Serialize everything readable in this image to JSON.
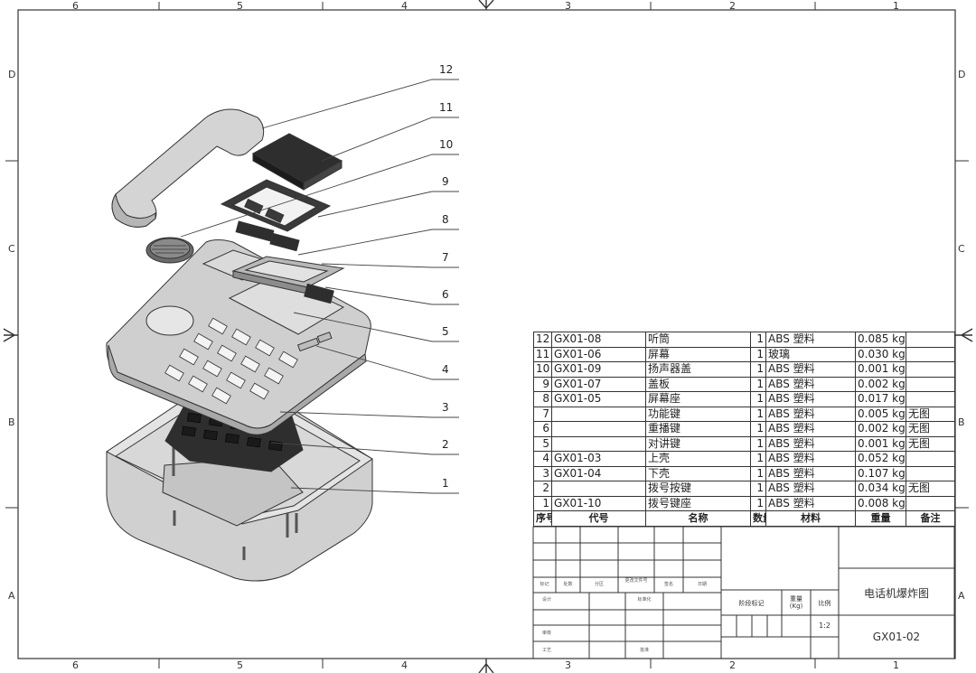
{
  "frame": {
    "top_zone_labels": [
      "6",
      "5",
      "4",
      "3",
      "2",
      "1"
    ],
    "side_zone_labels": [
      "D",
      "C",
      "B",
      "A"
    ]
  },
  "callouts": [
    "12",
    "11",
    "10",
    "9",
    "8",
    "7",
    "6",
    "5",
    "4",
    "3",
    "2",
    "1"
  ],
  "bom": {
    "headers": [
      "序号",
      "代号",
      "名称",
      "数量",
      "材料",
      "重量",
      "备注"
    ],
    "rows": [
      {
        "no": "12",
        "code": "GX01-08",
        "name": "听筒",
        "qty": "1",
        "material": "ABS 塑料",
        "weight": "0.085 kg",
        "note": ""
      },
      {
        "no": "11",
        "code": "GX01-06",
        "name": "屏幕",
        "qty": "1",
        "material": "玻璃",
        "weight": "0.030 kg",
        "note": ""
      },
      {
        "no": "10",
        "code": "GX01-09",
        "name": "扬声器盖",
        "qty": "1",
        "material": "ABS 塑料",
        "weight": "0.001 kg",
        "note": ""
      },
      {
        "no": "9",
        "code": "GX01-07",
        "name": "盖板",
        "qty": "1",
        "material": "ABS 塑料",
        "weight": "0.002 kg",
        "note": ""
      },
      {
        "no": "8",
        "code": "GX01-05",
        "name": "屏幕座",
        "qty": "1",
        "material": "ABS 塑料",
        "weight": "0.017 kg",
        "note": ""
      },
      {
        "no": "7",
        "code": "",
        "name": "功能键",
        "qty": "1",
        "material": "ABS 塑料",
        "weight": "0.005 kg",
        "note": "无图"
      },
      {
        "no": "6",
        "code": "",
        "name": "重播键",
        "qty": "1",
        "material": "ABS 塑料",
        "weight": "0.002 kg",
        "note": "无图"
      },
      {
        "no": "5",
        "code": "",
        "name": "对讲键",
        "qty": "1",
        "material": "ABS 塑料",
        "weight": "0.001 kg",
        "note": "无图"
      },
      {
        "no": "4",
        "code": "GX01-03",
        "name": "上壳",
        "qty": "1",
        "material": "ABS 塑料",
        "weight": "0.052 kg",
        "note": ""
      },
      {
        "no": "3",
        "code": "GX01-04",
        "name": "下壳",
        "qty": "1",
        "material": "ABS 塑料",
        "weight": "0.107 kg",
        "note": ""
      },
      {
        "no": "2",
        "code": "",
        "name": "拨号按键",
        "qty": "1",
        "material": "ABS 塑料",
        "weight": "0.034 kg",
        "note": "无图"
      },
      {
        "no": "1",
        "code": "GX01-10",
        "name": "拨号键座",
        "qty": "1",
        "material": "ABS 塑料",
        "weight": "0.008 kg",
        "note": ""
      }
    ]
  },
  "title_block": {
    "drawing_title": "电话机爆炸图",
    "drawing_number": "GX01-02",
    "scale_label": "比例",
    "scale_value": "1:2",
    "weight_label": "重量",
    "weight_unit": "(Kg)",
    "stage_label": "阶段标记",
    "rev_labels": [
      "标记",
      "处数",
      "分区",
      "更改文件号",
      "签名",
      "日期"
    ],
    "design_label": "设计",
    "standard_label": "标准化",
    "review_label": "审核",
    "process_label": "工艺",
    "approve_label": "批准"
  },
  "colors": {
    "line": "#333333",
    "part_light": "#d6d6d6",
    "part_mid": "#bdbdbd",
    "part_dark": "#2e2e2e"
  }
}
